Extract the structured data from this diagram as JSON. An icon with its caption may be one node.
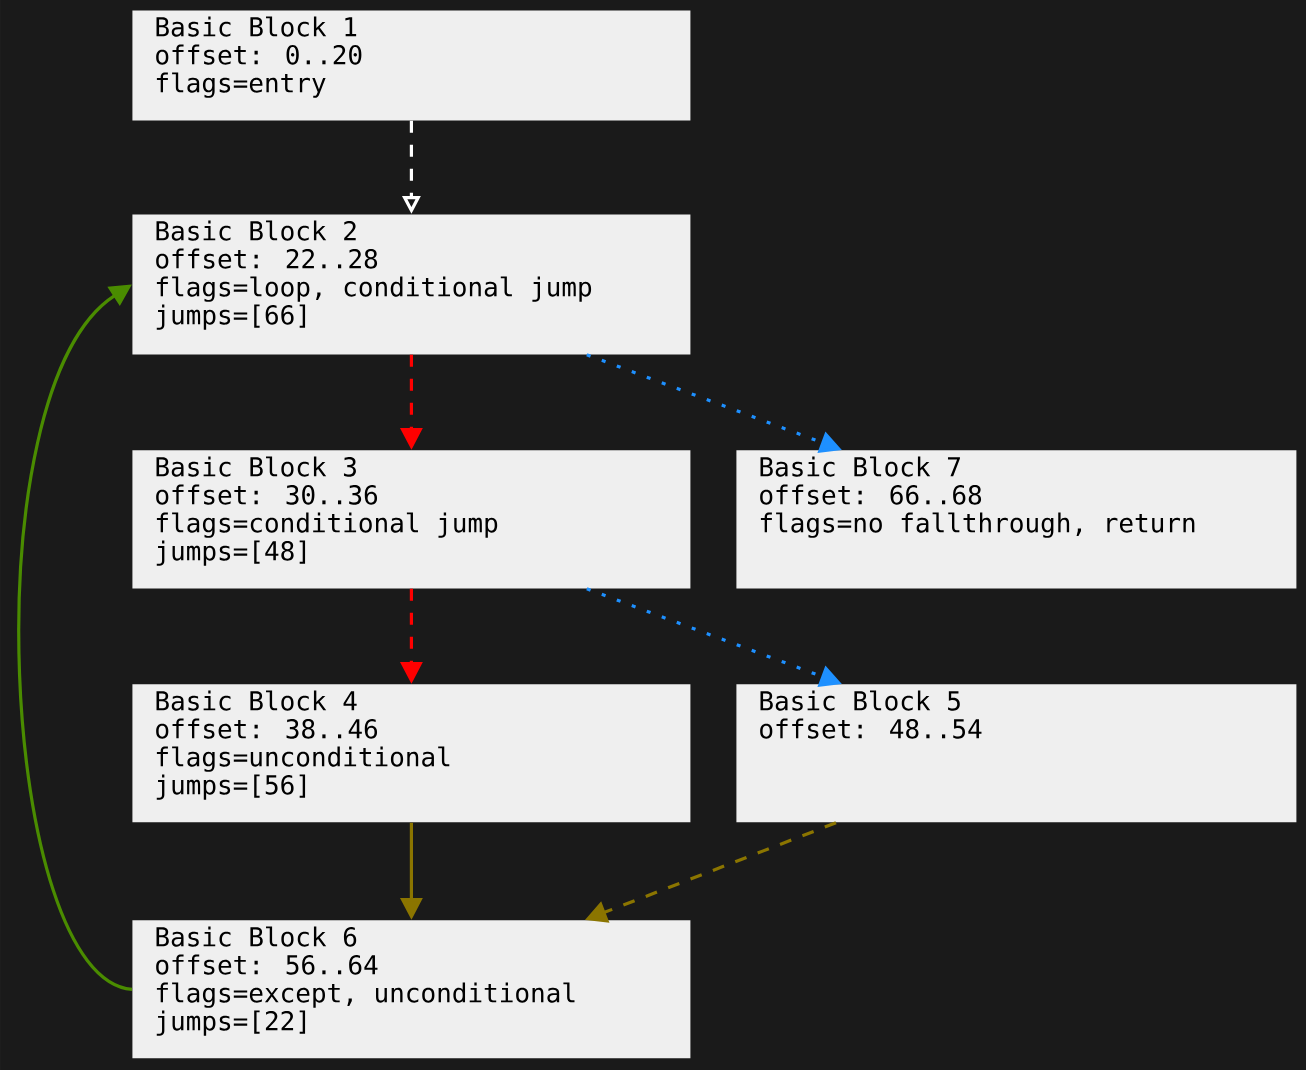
{
  "diagram": {
    "nodes": [
      {
        "text": [
          "Basic Block 1",
          "offset: 0..20",
          "flags=entry"
        ]
      },
      {
        "text": [
          "Basic Block 2",
          "offset: 22..28",
          "flags=loop, conditional jump",
          "jumps=[66]"
        ]
      },
      {
        "text": [
          "Basic Block 3",
          "offset: 30..36",
          "flags=conditional jump",
          "jumps=[48]"
        ]
      },
      {
        "text": [
          "Basic Block 7",
          "offset: 66..68",
          "flags=no fallthrough, return"
        ]
      },
      {
        "text": [
          "Basic Block 4",
          "offset: 38..46",
          "flags=unconditional",
          "jumps=[56]"
        ]
      },
      {
        "text": [
          "Basic Block 5",
          "offset: 48..54"
        ]
      },
      {
        "text": [
          "Basic Block 6",
          "offset: 56..64",
          "flags=except, unconditional",
          "jumps=[22]"
        ]
      }
    ],
    "edges": [
      {
        "from": 0,
        "to": 1,
        "arrow": "to",
        "style": "dashed",
        "color": "#ffffff"
      },
      {
        "from": 1,
        "to": 2,
        "arrow": "to",
        "style": "dashed",
        "color": "#ff0000"
      },
      {
        "from": 1,
        "to": 3,
        "arrow": "to",
        "style": "dashed",
        "color": "#1e90ff"
      },
      {
        "from": 2,
        "to": 4,
        "arrow": "to",
        "style": "dashed",
        "color": "#ff0000"
      },
      {
        "from": 2,
        "to": 5,
        "arrow": "to",
        "style": "dashed",
        "color": "#1e90ff"
      },
      {
        "from": 4,
        "to": 6,
        "arrow": "to",
        "color": "#8b7500"
      },
      {
        "from": 5,
        "to": 6,
        "arrow": "to",
        "style": "dashed",
        "color": "#8b7500"
      },
      {
        "from": 6,
        "to": 1,
        "arrow": "to",
        "color": "#4a8c00"
      }
    ]
  }
}
